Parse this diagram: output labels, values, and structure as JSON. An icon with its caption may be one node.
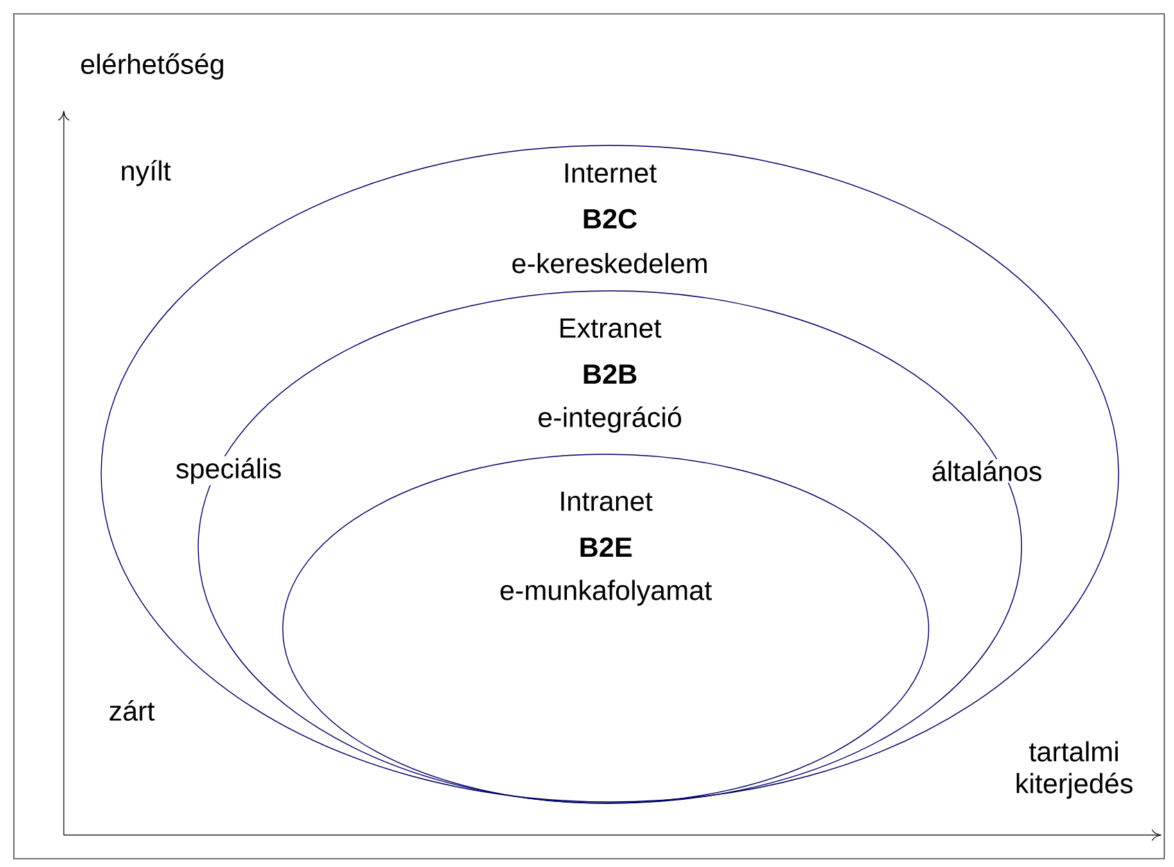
{
  "diagram": {
    "nodes": [
      {
        "text": [
          "Internet",
          "B2C",
          "e-kereskedelem"
        ]
      },
      {
        "text": [
          "Extranet",
          "B2B",
          "e-integráció"
        ],
        "in": 0
      },
      {
        "text": [
          "Intranet",
          "B2E",
          "e-munkafolyamat"
        ],
        "in": 1
      }
    ],
    "labels": [
      "elérhetőség",
      "nyílt",
      "speciális",
      "általános",
      "zárt",
      "tartalmi kiterjedés"
    ]
  }
}
